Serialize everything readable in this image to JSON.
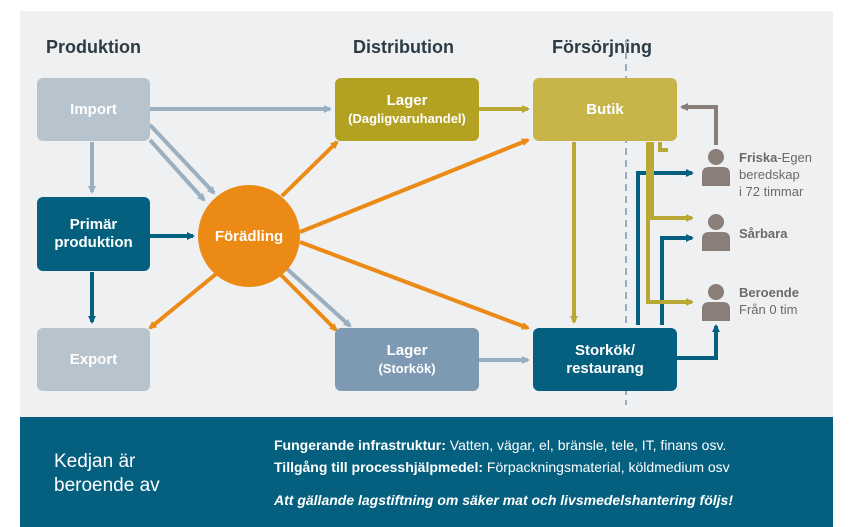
{
  "headers": {
    "produktion": "Produktion",
    "distribution": "Distribution",
    "forsorjning": "Försörjning"
  },
  "boxes": {
    "import": "Import",
    "primar_line1": "Primär",
    "primar_line2": "produktion",
    "export": "Export",
    "foradling": "Förädling",
    "lager1_line1": "Lager",
    "lager1_line2": "(Dagligvaruhandel)",
    "lager2_line1": "Lager",
    "lager2_line2": "(Storkök)",
    "butik": "Butik",
    "storkok_line1": "Storkök/",
    "storkok_line2": "restaurang"
  },
  "people": {
    "friska_bold": "Friska",
    "friska_rest1": "-Egen",
    "friska_rest2": "beredskap",
    "friska_rest3": "i 72 timmar",
    "sarbara": "Sårbara",
    "beroende_bold": "Beroende",
    "beroende_rest": "Från 0 tim"
  },
  "footer": {
    "title_line1": "Kedjan är",
    "title_line2": "beroende av",
    "infra_bold": "Fungerande infrastruktur:",
    "infra_rest": " Vatten, vägar, el, bränsle, tele, IT, finans osv.",
    "tillgang_bold": "Tillgång till processhjälpmedel:",
    "tillgang_rest": " Förpackningsmaterial, köldmedium osv",
    "lag": "Att gällande lagstiftning om säker mat och livsmedelshantering följs!"
  },
  "colors": {
    "gray_box": "#b7c3cd",
    "teal": "#05607f",
    "olive": "#b3a222",
    "olive_light": "#c7b54a",
    "slate": "#7e9ab2",
    "orange": "#ec8a16",
    "person": "#8a7f78"
  }
}
